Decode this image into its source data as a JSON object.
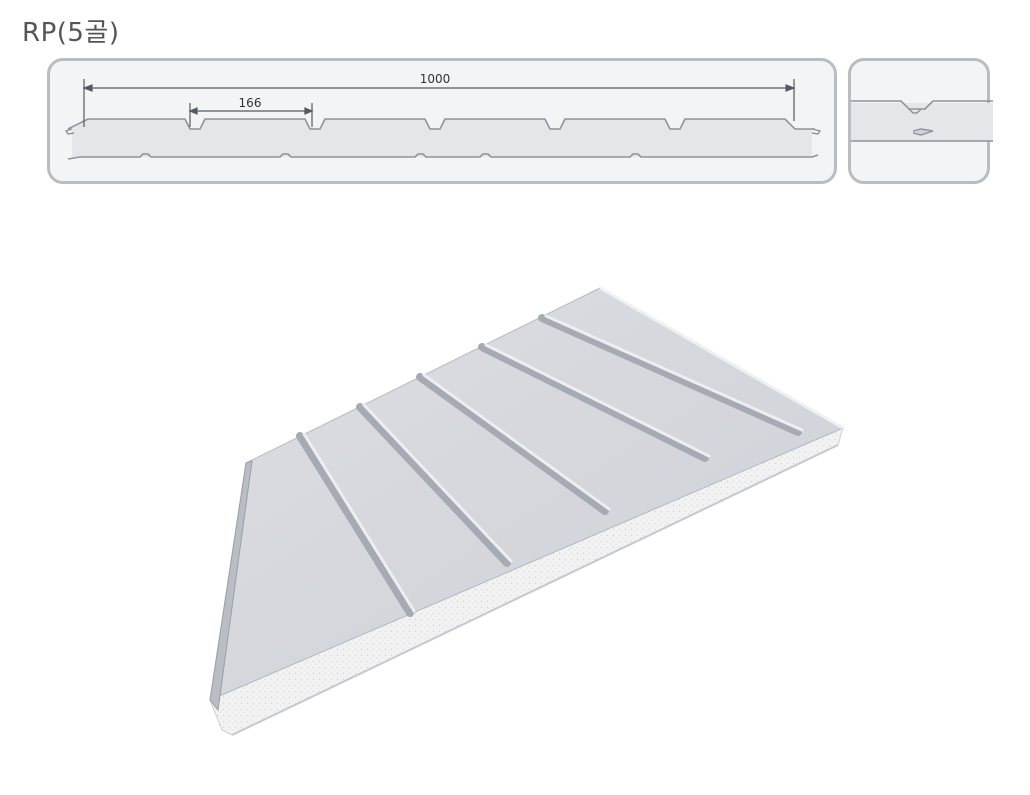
{
  "title": "RP(5골)",
  "profile_dimensions": {
    "total_width": "1000",
    "rib_pitch": "166"
  },
  "colors": {
    "steel": "#d6d8dd",
    "steel_dark": "#9ea3ab",
    "foam": "#f1f1f1",
    "frame": "#b9bcc3"
  },
  "icons": [
    "panel-profile-drawing",
    "joint-detail-drawing",
    "sandwich-panel-3d"
  ]
}
